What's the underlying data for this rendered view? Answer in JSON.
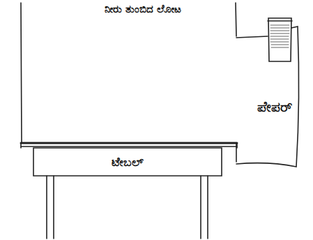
{
  "diagram": {
    "nodes": [
      {
        "text": [
          "ಪೇಪರ್"
        ]
      },
      {
        "text": [
          "ಟೇಬಲ್"
        ]
      }
    ],
    "labels": [
      "ನೀರು ತುಂಬಿದ ಲೋಟ"
    ]
  }
}
